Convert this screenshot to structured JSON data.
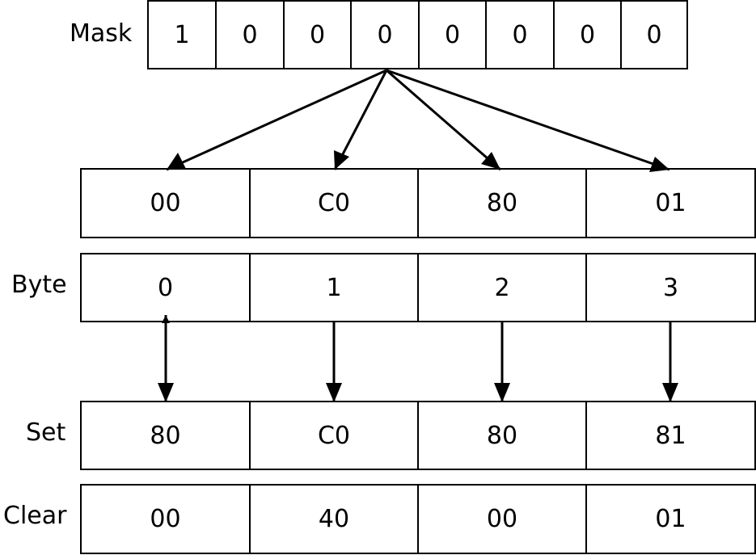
{
  "mask": {
    "label": "Mask",
    "bits": [
      "1",
      "0",
      "0",
      "0",
      "0",
      "0",
      "0",
      "0"
    ]
  },
  "source_row": {
    "values": [
      "00",
      "C0",
      "80",
      "01"
    ]
  },
  "byte": {
    "label": "Byte",
    "values": [
      "0",
      "1",
      "2",
      "3"
    ]
  },
  "set": {
    "label": "Set",
    "values": [
      "80",
      "C0",
      "80",
      "81"
    ]
  },
  "clear": {
    "label": "Clear",
    "values": [
      "00",
      "40",
      "00",
      "01"
    ]
  }
}
